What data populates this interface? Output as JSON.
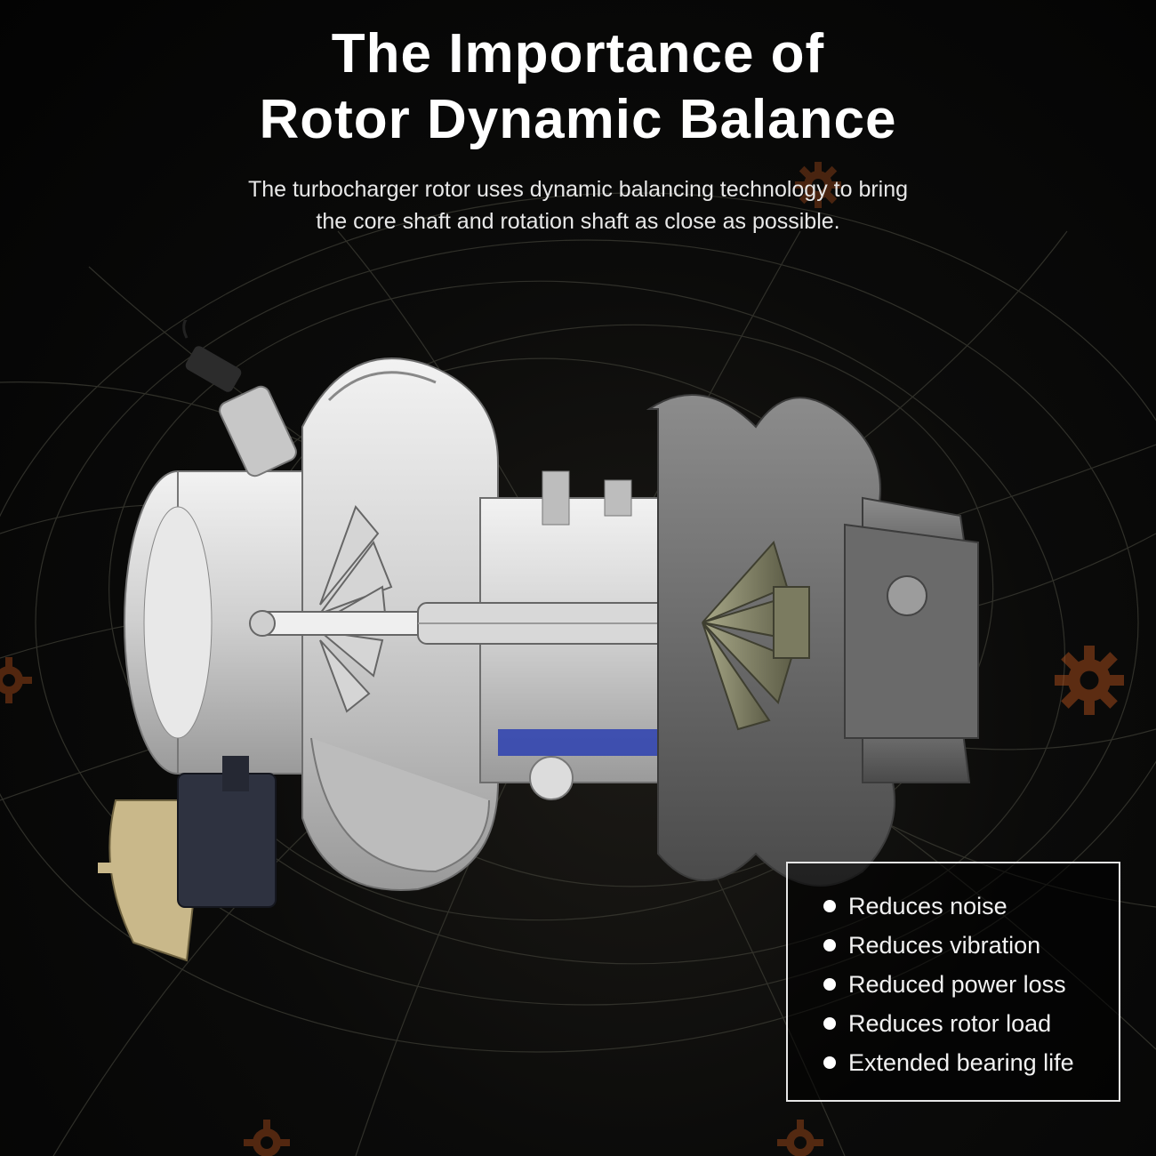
{
  "header": {
    "title_line1": "The Importance of",
    "title_line2": "Rotor Dynamic Balance",
    "subtitle_line1": "The turbocharger rotor uses dynamic balancing technology to bring",
    "subtitle_line2": "the core shaft and rotation shaft as close as possible."
  },
  "features": {
    "items": [
      "Reduces noise",
      "Reduces vibration",
      "Reduced power loss",
      "Reduces rotor load",
      "Extended bearing life"
    ]
  },
  "colors": {
    "background": "#050505",
    "text": "#ffffff",
    "accent_watermark": "#c0561d",
    "housing": "#d9d9d9",
    "turbine_wheel": "#8a8a6a",
    "actuator": "#2e3240",
    "oil_seal": "#2b3fb0"
  },
  "icons": [
    "gear-watermark-icon",
    "bullet-dot-icon"
  ]
}
